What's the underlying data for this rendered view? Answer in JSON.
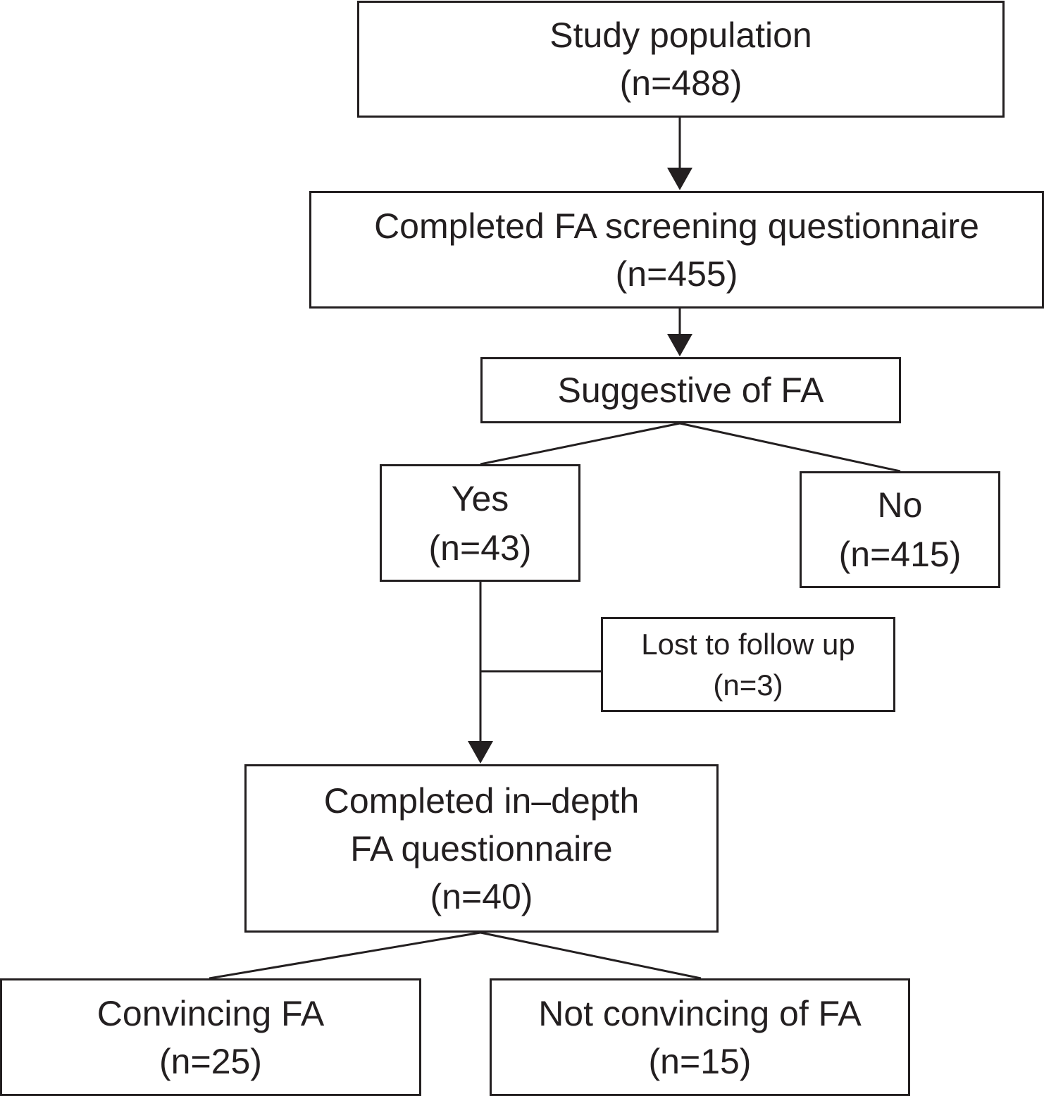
{
  "flowchart": {
    "study_population": {
      "label": "Study population",
      "count": "(n=488)"
    },
    "screening": {
      "label": "Completed FA screening questionnaire",
      "count": "(n=455)"
    },
    "suggestive": {
      "label": "Suggestive of FA"
    },
    "yes": {
      "label": "Yes",
      "count": "(n=43)"
    },
    "no": {
      "label": "No",
      "count": "(n=415)"
    },
    "lost": {
      "label": "Lost to follow up",
      "count": "(n=3)"
    },
    "indepth": {
      "label_line1": "Completed in–depth",
      "label_line2": "FA questionnaire",
      "count": "(n=40)"
    },
    "convincing": {
      "label": "Convincing FA",
      "count": "(n=25)"
    },
    "not_convincing": {
      "label": "Not convincing of FA",
      "count": "(n=15)"
    }
  },
  "colors": {
    "line": "#231f20",
    "background": "#ffffff"
  }
}
